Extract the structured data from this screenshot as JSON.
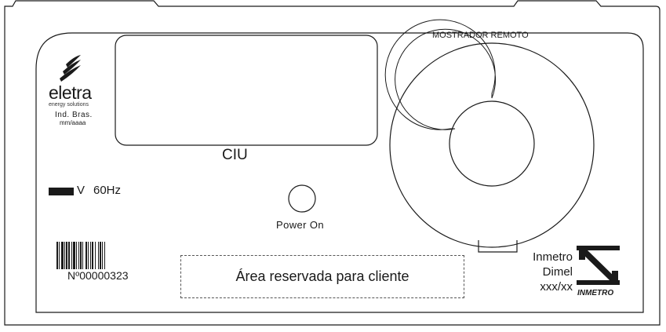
{
  "brand": {
    "name": "eletra",
    "tagline": "energy solutions",
    "origin": "Ind. Bras.",
    "date_mask": "mm/aaaa"
  },
  "display": {
    "label": "CIU"
  },
  "rating": {
    "voltage_unit": "V",
    "frequency": "60Hz"
  },
  "power": {
    "label": "Power On"
  },
  "remote_display": {
    "label": "MOSTRADOR REMOTO"
  },
  "barcode": {
    "serial": "Nº00000323"
  },
  "client_area": {
    "label": "Área reservada para cliente"
  },
  "certification": {
    "lines": [
      "Inmetro",
      "Dimel",
      "xxx/xx"
    ],
    "logo_text": "INMETRO"
  },
  "icons": [
    "eletra-logo-icon",
    "barcode-icon",
    "power-led-icon",
    "inmetro-logo-icon"
  ],
  "colors": {
    "ink": "#1a1a1a",
    "paper": "#ffffff"
  }
}
